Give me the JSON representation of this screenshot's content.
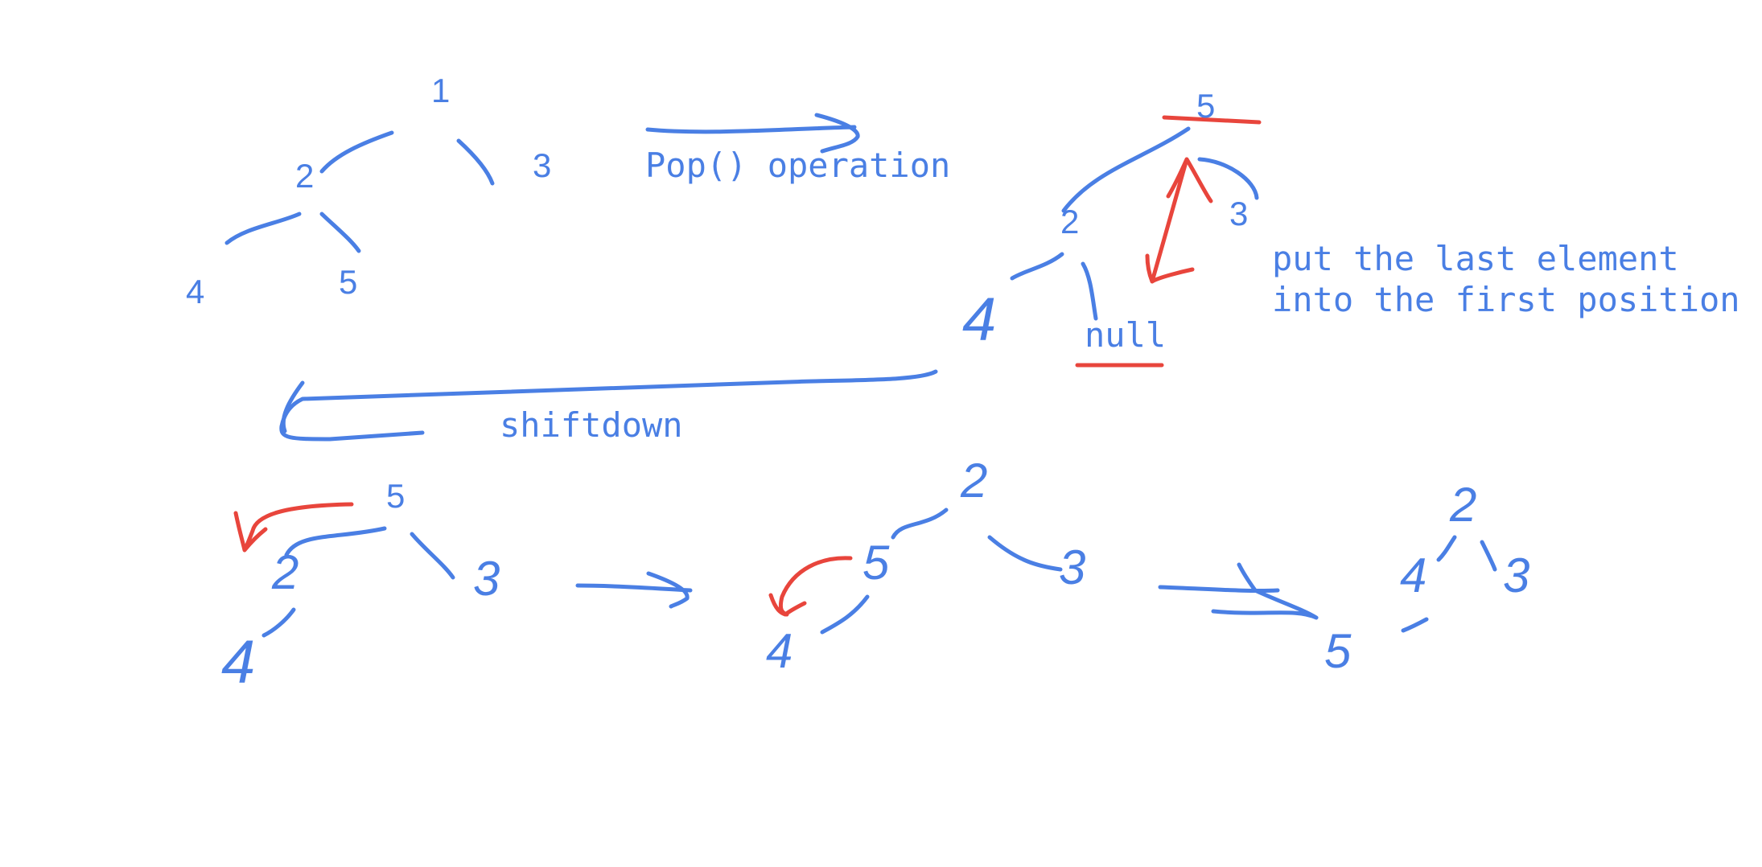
{
  "colors": {
    "ink": "#4a7fe4",
    "accent": "#e8453c"
  },
  "tree1": {
    "n1": "1",
    "n2": "2",
    "n3": "3",
    "n4": "4",
    "n5": "5"
  },
  "pop_label": "Pop() operation",
  "tree2": {
    "root": "5",
    "left": "2",
    "right": "3",
    "leaf": "4",
    "null_label": "null"
  },
  "caption": {
    "line1": "put the last element",
    "line2": "into the first position"
  },
  "shiftdown_label": "shiftdown",
  "step1": {
    "root": "5",
    "left": "2",
    "right": "3",
    "leaf": "4"
  },
  "step2": {
    "root": "2",
    "left": "5",
    "right": "3",
    "leaf": "4"
  },
  "step3": {
    "root": "2",
    "left": "4",
    "right": "3",
    "leaf": "5"
  }
}
